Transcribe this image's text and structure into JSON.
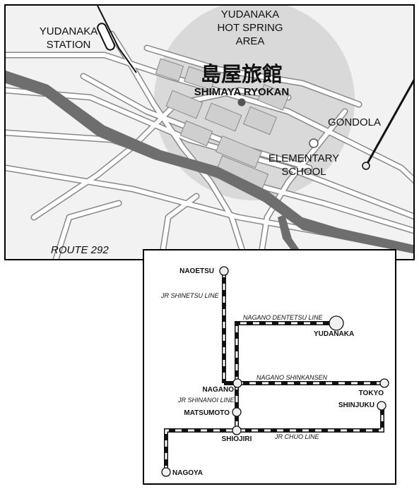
{
  "area_map": {
    "hot_spring_area": {
      "label_lines": [
        "YUDANAKA",
        "HOT SPRING",
        "AREA"
      ]
    },
    "ryokan": {
      "name_jp": "島屋旅館",
      "name_en": "SHIMAYA RYOKAN"
    },
    "station": {
      "label_lines": [
        "YUDANAKA",
        "STATION"
      ]
    },
    "gondola": {
      "label": "GONDOLA"
    },
    "school": {
      "label_lines": [
        "ELEMENTARY",
        "SCHOOL"
      ]
    },
    "route": {
      "label": "ROUTE 292"
    },
    "colors": {
      "background": "#f2f2f2",
      "circle": "#d9d9d9",
      "river": "#6e6e6e",
      "road": "#ffffff",
      "road_edge": "#8a8a8a",
      "marker": "#555555"
    }
  },
  "rail_map": {
    "stations": {
      "naoetsu": "NAOETSU",
      "yudanaka": "YUDANAKA",
      "nagano": "NAGANO",
      "tokyo": "TOKYO",
      "shinjuku": "SHINJUKU",
      "matsumoto": "MATSUMOTO",
      "shiojiri": "SHIOJIRI",
      "nagoya": "NAGOYA"
    },
    "lines": {
      "jr_shinetsu": "JR SHINETSU LINE",
      "nagano_dentetsu": "NAGANO DENTETSU LINE",
      "nagano_shinkansen": "NAGANO SHINKANSEN",
      "jr_shinanoi": "JR SHINANOI LINE",
      "jr_chuo": "JR CHUO LINE"
    },
    "colors": {
      "track_dark": "#111111",
      "track_light": "#ffffff"
    }
  }
}
